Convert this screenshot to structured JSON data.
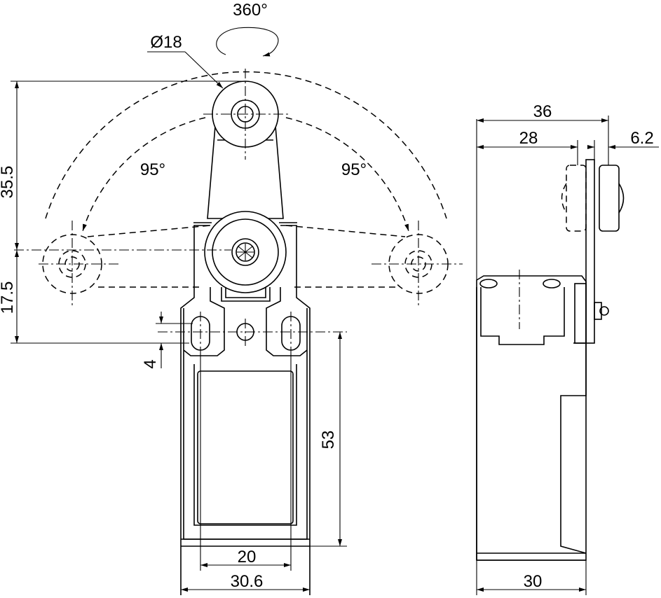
{
  "labels": {
    "rotation": "360°",
    "roller_diameter": "Ø18",
    "angle_left": "95°",
    "angle_right": "95°",
    "height_upper": "35.5",
    "height_lower": "17.5",
    "slot_offset": "4",
    "body_height": "53",
    "hole_spacing": "20",
    "body_width": "30.6",
    "side_total": "36",
    "side_body": "28",
    "roller_width": "6.2",
    "side_depth": "30"
  },
  "colors": {
    "line": "#000000",
    "background": "#ffffff"
  }
}
